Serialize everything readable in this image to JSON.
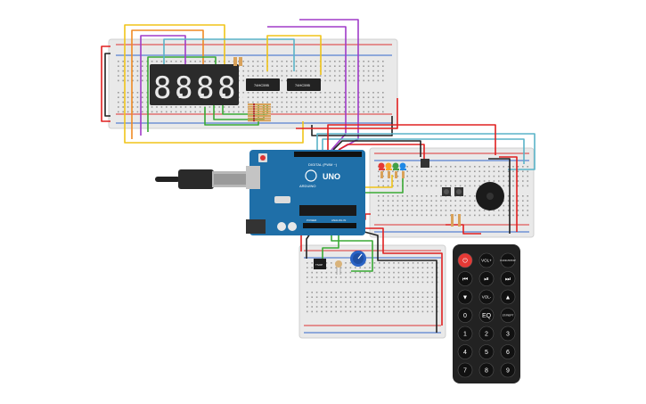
{
  "colors": {
    "wire_red": "#e02020",
    "wire_black": "#222222",
    "wire_yellow": "#f0c419",
    "wire_green": "#3aaa35",
    "wire_purple": "#a03cc8",
    "wire_blue": "#5ab4c8",
    "wire_orange": "#f08a24",
    "arduino_blue": "#1f6fa8",
    "remote_black": "#222222"
  },
  "display": {
    "digits": [
      "8.",
      "8.",
      "8.",
      "8."
    ]
  },
  "shift_registers": [
    {
      "label": "74HC595"
    },
    {
      "label": "74HC595"
    }
  ],
  "arduino": {
    "board": "UNO",
    "brand": "ARDUINO",
    "header_label": "DIGITAL (PWM ~)",
    "power_label": "POWER",
    "analog_label": "ANALOG IN"
  },
  "ir_receiver": {
    "label": "TSOP"
  },
  "remote": {
    "buttons": [
      {
        "label": "⏻",
        "kind": "power"
      },
      {
        "label": "VOL+",
        "kind": "normal"
      },
      {
        "label": "FUNC/STOP",
        "kind": "normal"
      },
      {
        "label": "⏮",
        "kind": "normal"
      },
      {
        "label": "⏯",
        "kind": "normal"
      },
      {
        "label": "⏭",
        "kind": "normal"
      },
      {
        "label": "▼",
        "kind": "normal"
      },
      {
        "label": "VOL-",
        "kind": "normal"
      },
      {
        "label": "▲",
        "kind": "normal"
      },
      {
        "label": "0",
        "kind": "normal"
      },
      {
        "label": "EQ",
        "kind": "normal"
      },
      {
        "label": "ST/REPT",
        "kind": "normal"
      },
      {
        "label": "1",
        "kind": "normal"
      },
      {
        "label": "2",
        "kind": "normal"
      },
      {
        "label": "3",
        "kind": "normal"
      },
      {
        "label": "4",
        "kind": "normal"
      },
      {
        "label": "5",
        "kind": "normal"
      },
      {
        "label": "6",
        "kind": "normal"
      },
      {
        "label": "7",
        "kind": "normal"
      },
      {
        "label": "8",
        "kind": "normal"
      },
      {
        "label": "9",
        "kind": "normal"
      }
    ]
  },
  "leds": [
    {
      "color": "#e53935"
    },
    {
      "color": "#f9a825"
    },
    {
      "color": "#43a047"
    },
    {
      "color": "#1e88e5"
    }
  ]
}
